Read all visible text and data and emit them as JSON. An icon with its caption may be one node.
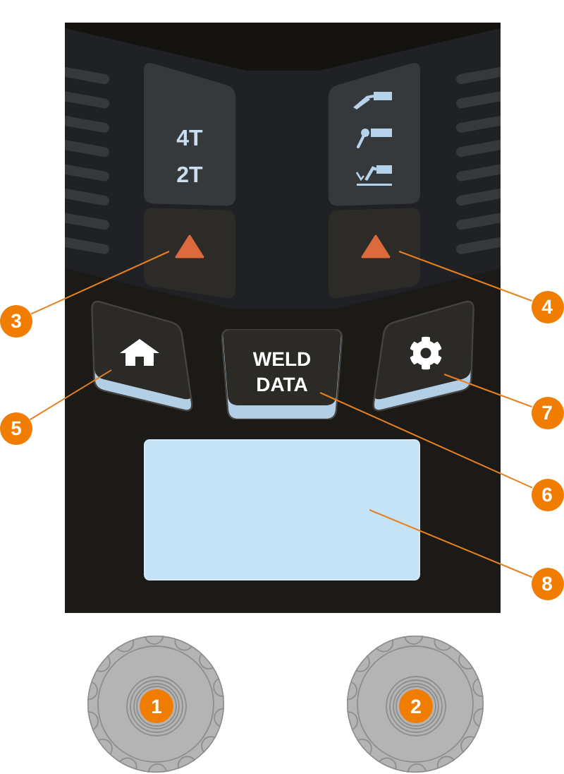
{
  "diagram": {
    "nodes": [
      {
        "text": [],
        "shape": "box"
      },
      {
        "text": [
          "4T",
          "2T"
        ],
        "in": 0
      },
      {
        "text": [],
        "shape": "box",
        "in": 0
      },
      {
        "text": [],
        "shape": "box",
        "in": 0
      },
      {
        "text": [],
        "shape": "box",
        "in": 0
      },
      {
        "text": [
          "3"
        ]
      },
      {
        "text": [
          "4"
        ]
      },
      {
        "text": [],
        "shape": "box",
        "in": 0
      },
      {
        "text": [
          "WELD DATA"
        ],
        "in": 0
      },
      {
        "text": [],
        "shape": "box",
        "in": 0
      },
      {
        "text": [
          "5"
        ]
      },
      {
        "text": [
          "7"
        ]
      },
      {
        "text": [
          "6"
        ]
      },
      {
        "text": [],
        "shape": "box",
        "in": 0
      },
      {
        "text": [
          "8"
        ]
      },
      {
        "text": [],
        "shape": "circle"
      },
      {
        "text": [
          "1"
        ],
        "in": 15
      },
      {
        "text": [],
        "shape": "circle"
      },
      {
        "text": [
          "2"
        ],
        "in": 17
      }
    ],
    "edges": [
      {
        "from": 5,
        "to": 3,
        "arrow": "none"
      },
      {
        "from": 6,
        "to": 4,
        "arrow": "none"
      },
      {
        "from": 10,
        "to": 7,
        "arrow": "none"
      },
      {
        "from": 12,
        "to": 8,
        "arrow": "none"
      },
      {
        "from": 11,
        "to": 9,
        "arrow": "none"
      },
      {
        "from": 14,
        "to": 13,
        "arrow": "none"
      }
    ]
  }
}
